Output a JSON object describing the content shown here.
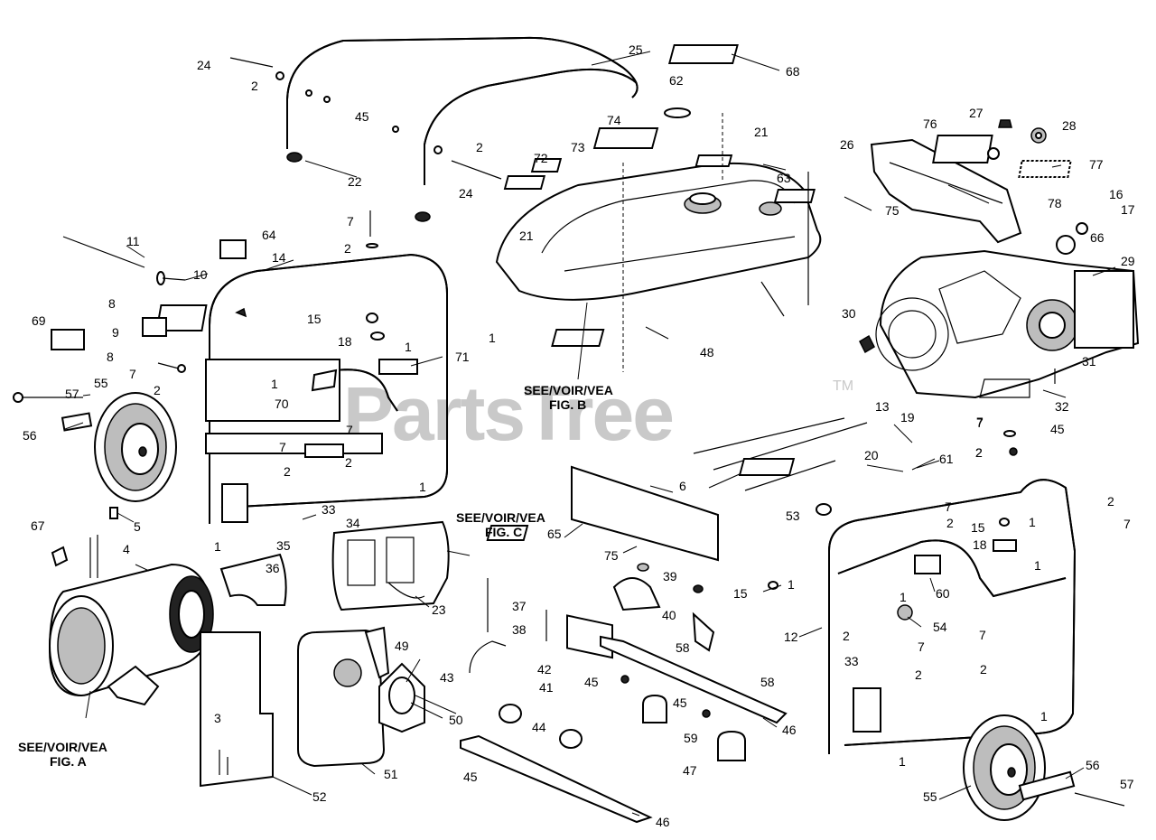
{
  "watermark": {
    "text": "PartsTree",
    "tm": "TM"
  },
  "references": {
    "fig_a": {
      "line1": "SEE/VOIR/VEA",
      "line2": "FIG. A"
    },
    "fig_b": {
      "line1": "SEE/VOIR/VEA",
      "line2": "FIG. B"
    },
    "fig_c": {
      "line1": "SEE/VOIR/VEA",
      "line2": "FIG. C"
    }
  },
  "callouts": [
    {
      "id": "c24a",
      "text": "24"
    },
    {
      "id": "c2a",
      "text": "2"
    },
    {
      "id": "c25",
      "text": "25"
    },
    {
      "id": "c45a",
      "text": "45"
    },
    {
      "id": "c22",
      "text": "22"
    },
    {
      "id": "c2b",
      "text": "2"
    },
    {
      "id": "c24b",
      "text": "24"
    },
    {
      "id": "c62",
      "text": "62"
    },
    {
      "id": "c68",
      "text": "68"
    },
    {
      "id": "c74",
      "text": "74"
    },
    {
      "id": "c73",
      "text": "73"
    },
    {
      "id": "c72",
      "text": "72"
    },
    {
      "id": "c21a",
      "text": "21"
    },
    {
      "id": "c63",
      "text": "63"
    },
    {
      "id": "c21b",
      "text": "21"
    },
    {
      "id": "c75a",
      "text": "75"
    },
    {
      "id": "c76",
      "text": "76"
    },
    {
      "id": "c27",
      "text": "27"
    },
    {
      "id": "c28",
      "text": "28"
    },
    {
      "id": "c26",
      "text": "26"
    },
    {
      "id": "c77",
      "text": "77"
    },
    {
      "id": "c78",
      "text": "78"
    },
    {
      "id": "c16",
      "text": "16"
    },
    {
      "id": "c17",
      "text": "17"
    },
    {
      "id": "c66",
      "text": "66"
    },
    {
      "id": "c29",
      "text": "29"
    },
    {
      "id": "c30",
      "text": "30"
    },
    {
      "id": "c31",
      "text": "31"
    },
    {
      "id": "c32",
      "text": "32"
    },
    {
      "id": "c45b",
      "text": "45"
    },
    {
      "id": "c7a",
      "text": "7"
    },
    {
      "id": "c2c",
      "text": "2"
    },
    {
      "id": "c11",
      "text": "11"
    },
    {
      "id": "c64",
      "text": "64"
    },
    {
      "id": "c14",
      "text": "14"
    },
    {
      "id": "c7b",
      "text": "7"
    },
    {
      "id": "c2d",
      "text": "2"
    },
    {
      "id": "c10",
      "text": "10"
    },
    {
      "id": "c8a",
      "text": "8"
    },
    {
      "id": "c15a",
      "text": "15"
    },
    {
      "id": "c18a",
      "text": "18"
    },
    {
      "id": "c1a",
      "text": "1"
    },
    {
      "id": "c1b",
      "text": "1"
    },
    {
      "id": "c69",
      "text": "69"
    },
    {
      "id": "c9",
      "text": "9"
    },
    {
      "id": "c8b",
      "text": "8"
    },
    {
      "id": "c7c",
      "text": "7"
    },
    {
      "id": "c2e",
      "text": "2"
    },
    {
      "id": "c1c",
      "text": "1"
    },
    {
      "id": "c71",
      "text": "71"
    },
    {
      "id": "c48",
      "text": "48"
    },
    {
      "id": "c57a",
      "text": "57"
    },
    {
      "id": "c55a",
      "text": "55"
    },
    {
      "id": "c56a",
      "text": "56"
    },
    {
      "id": "c70",
      "text": "70"
    },
    {
      "id": "c7d",
      "text": "7"
    },
    {
      "id": "c7e",
      "text": "7"
    },
    {
      "id": "c2f",
      "text": "2"
    },
    {
      "id": "c2g",
      "text": "2"
    },
    {
      "id": "c1d",
      "text": "1"
    },
    {
      "id": "c13",
      "text": "13"
    },
    {
      "id": "c19",
      "text": "19"
    },
    {
      "id": "c7f",
      "text": "7"
    },
    {
      "id": "c2h",
      "text": "2"
    },
    {
      "id": "c20",
      "text": "20"
    },
    {
      "id": "c61",
      "text": "61"
    },
    {
      "id": "c6",
      "text": "6"
    },
    {
      "id": "c5",
      "text": "5"
    },
    {
      "id": "c67",
      "text": "67"
    },
    {
      "id": "c4",
      "text": "4"
    },
    {
      "id": "c34",
      "text": "34"
    },
    {
      "id": "c33a",
      "text": "33"
    },
    {
      "id": "c1e",
      "text": "1"
    },
    {
      "id": "c35",
      "text": "35"
    },
    {
      "id": "c36",
      "text": "36"
    },
    {
      "id": "c65",
      "text": "65"
    },
    {
      "id": "c75b",
      "text": "75"
    },
    {
      "id": "c53",
      "text": "53"
    },
    {
      "id": "c7g",
      "text": "7"
    },
    {
      "id": "c2i",
      "text": "2"
    },
    {
      "id": "c1f",
      "text": "1"
    },
    {
      "id": "c15b",
      "text": "15"
    },
    {
      "id": "c18b",
      "text": "18"
    },
    {
      "id": "c2j",
      "text": "2"
    },
    {
      "id": "c7h",
      "text": "7"
    },
    {
      "id": "c1g",
      "text": "1"
    },
    {
      "id": "c23",
      "text": "23"
    },
    {
      "id": "c37",
      "text": "37"
    },
    {
      "id": "c39",
      "text": "39"
    },
    {
      "id": "c15c",
      "text": "15"
    },
    {
      "id": "c1h",
      "text": "1"
    },
    {
      "id": "c60",
      "text": "60"
    },
    {
      "id": "c1i",
      "text": "1"
    },
    {
      "id": "c40",
      "text": "40"
    },
    {
      "id": "c38",
      "text": "38"
    },
    {
      "id": "c49",
      "text": "49"
    },
    {
      "id": "c58a",
      "text": "58"
    },
    {
      "id": "c54",
      "text": "54"
    },
    {
      "id": "c12",
      "text": "12"
    },
    {
      "id": "c2k",
      "text": "2"
    },
    {
      "id": "c7i",
      "text": "7"
    },
    {
      "id": "c7j",
      "text": "7"
    },
    {
      "id": "c42",
      "text": "42"
    },
    {
      "id": "c43",
      "text": "43"
    },
    {
      "id": "c41",
      "text": "41"
    },
    {
      "id": "c45c",
      "text": "45"
    },
    {
      "id": "c58b",
      "text": "58"
    },
    {
      "id": "c33b",
      "text": "33"
    },
    {
      "id": "c2l",
      "text": "2"
    },
    {
      "id": "c2m",
      "text": "2"
    },
    {
      "id": "c45d",
      "text": "45"
    },
    {
      "id": "c50",
      "text": "50"
    },
    {
      "id": "c46a",
      "text": "46"
    },
    {
      "id": "c44",
      "text": "44"
    },
    {
      "id": "c59",
      "text": "59"
    },
    {
      "id": "c1j",
      "text": "1"
    },
    {
      "id": "c3",
      "text": "3"
    },
    {
      "id": "c51",
      "text": "51"
    },
    {
      "id": "c47",
      "text": "47"
    },
    {
      "id": "c1k",
      "text": "1"
    },
    {
      "id": "c56b",
      "text": "56"
    },
    {
      "id": "c52",
      "text": "52"
    },
    {
      "id": "c45e",
      "text": "45"
    },
    {
      "id": "c55b",
      "text": "55"
    },
    {
      "id": "c57b",
      "text": "57"
    },
    {
      "id": "c46b",
      "text": "46"
    }
  ]
}
